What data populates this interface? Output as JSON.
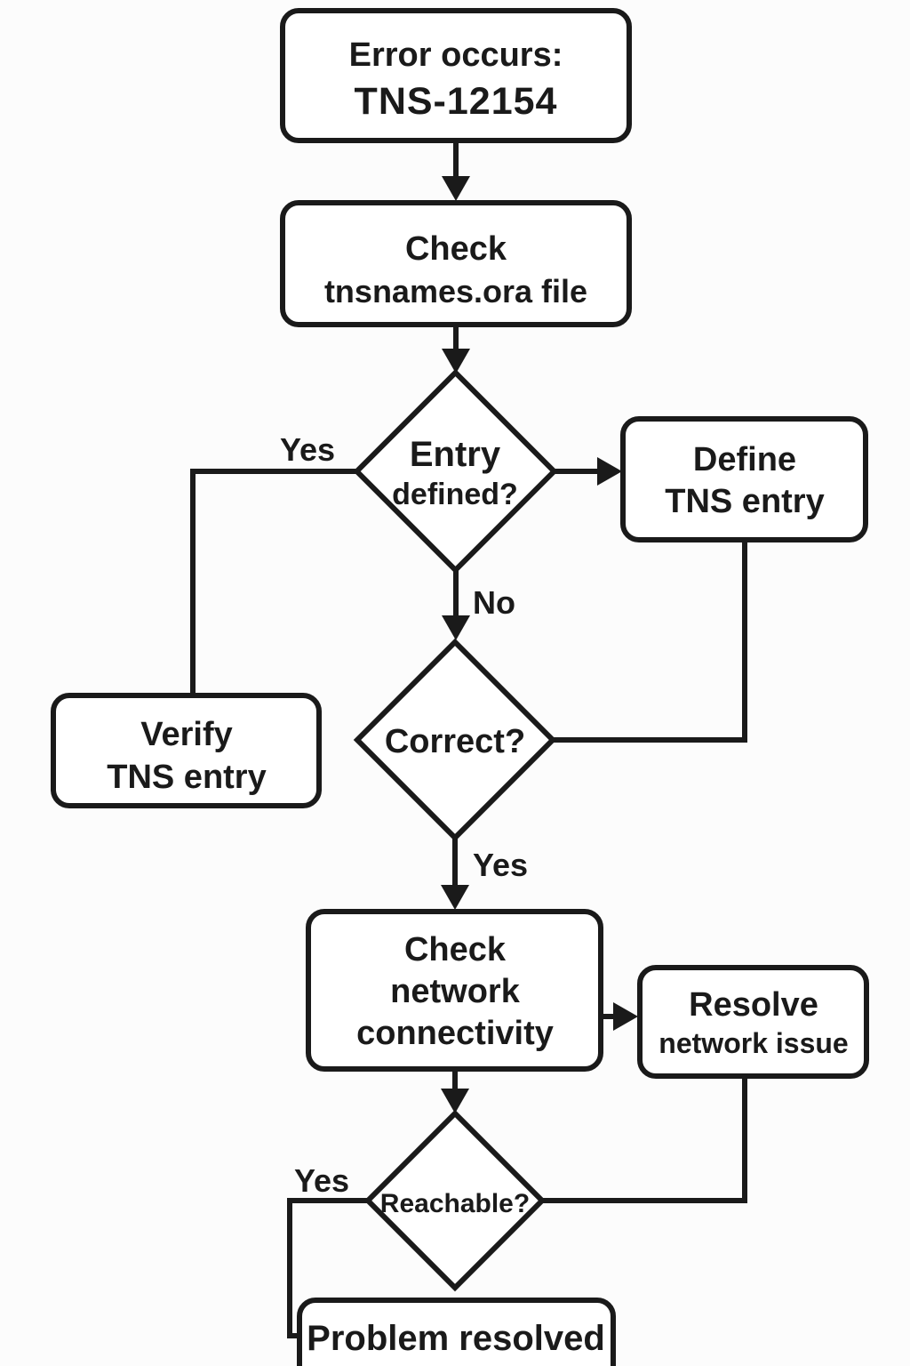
{
  "diagram": {
    "type": "flowchart",
    "topic": "TNS-12154 error troubleshooting",
    "colors": {
      "background": "#fcfcfc",
      "shape_fill": "#ffffff",
      "stroke": "#1a1a1a",
      "text": "#1a1a1a"
    },
    "nodes": {
      "error": {
        "shape": "rounded-rect",
        "lines": [
          "Error occurs:",
          "TNS-12154"
        ]
      },
      "check_tnsnames": {
        "shape": "rounded-rect",
        "lines": [
          "Check",
          "tnsnames.ora file"
        ]
      },
      "entry_defined": {
        "shape": "diamond",
        "lines": [
          "Entry",
          "defined?"
        ]
      },
      "define_tns": {
        "shape": "rounded-rect",
        "lines": [
          "Define",
          "TNS entry"
        ]
      },
      "verify_tns": {
        "shape": "rounded-rect",
        "lines": [
          "Verify",
          "TNS entry"
        ]
      },
      "correct": {
        "shape": "diamond",
        "lines": [
          "Correct?"
        ]
      },
      "check_network": {
        "shape": "rounded-rect",
        "lines": [
          "Check",
          "network",
          "connectivity"
        ]
      },
      "resolve_network": {
        "shape": "rounded-rect",
        "lines": [
          "Resolve",
          "network issue"
        ]
      },
      "reachable": {
        "shape": "diamond",
        "lines": [
          "Reachable?"
        ]
      },
      "problem_resolved": {
        "shape": "rounded-rect",
        "lines": [
          "Problem resolved"
        ]
      }
    },
    "edge_labels": {
      "entry_defined_yes": "Yes",
      "entry_defined_no": "No",
      "correct_yes": "Yes",
      "reachable_yes": "Yes"
    }
  }
}
